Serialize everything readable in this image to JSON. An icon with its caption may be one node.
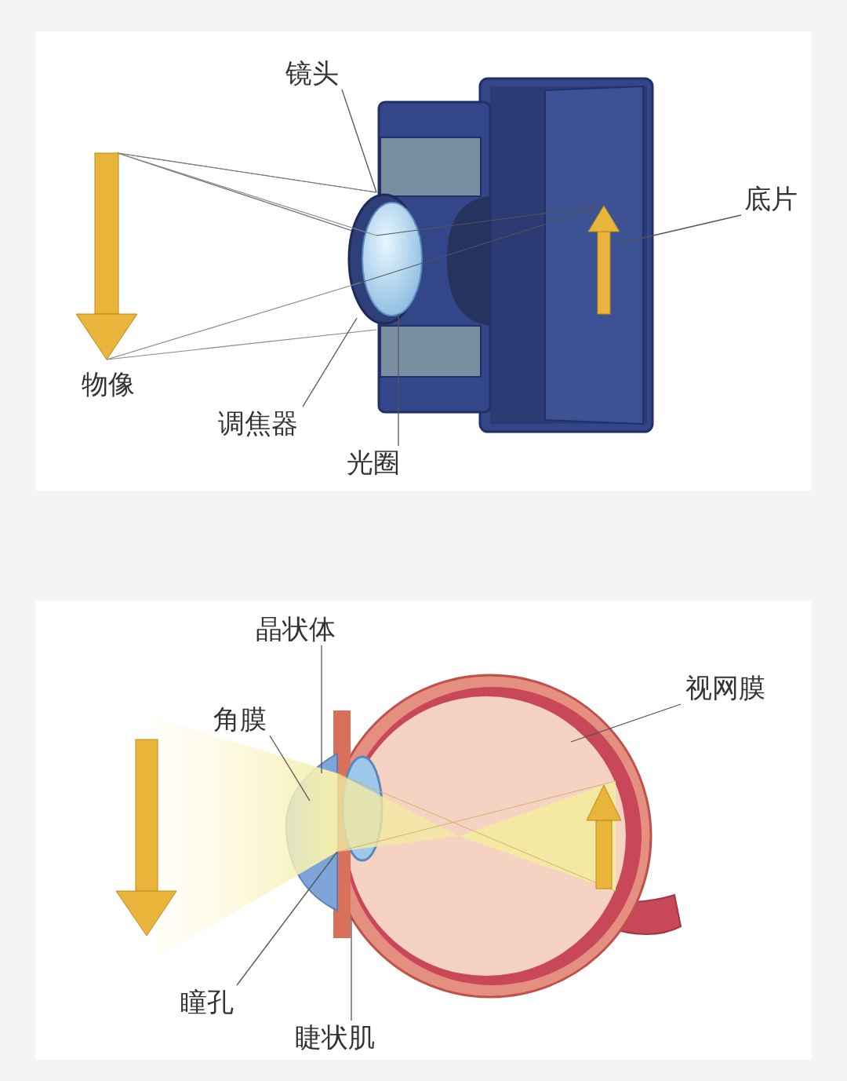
{
  "diagram": {
    "nodes": [
      {
        "text": [
          "镜头"
        ]
      },
      {
        "text": [
          "底片"
        ]
      },
      {
        "text": [
          "调焦器"
        ]
      },
      {
        "text": [
          "光圈"
        ]
      },
      {
        "text": [
          "晶状体"
        ]
      },
      {
        "text": [
          "视网膜"
        ]
      },
      {
        "text": [
          "角膜"
        ]
      },
      {
        "text": [
          "瞳孔"
        ]
      },
      {
        "text": [
          "睫状肌"
        ]
      }
    ],
    "edges": [
      {
        "from": 0,
        "to": null,
        "arrow": "none"
      },
      {
        "from": 1,
        "to": null,
        "arrow": "none"
      },
      {
        "from": 2,
        "to": null,
        "arrow": "none"
      },
      {
        "from": 3,
        "to": null,
        "arrow": "none"
      },
      {
        "from": 4,
        "to": null,
        "arrow": "none"
      },
      {
        "from": 5,
        "to": null,
        "arrow": "none"
      },
      {
        "from": 6,
        "to": null,
        "arrow": "none"
      },
      {
        "from": 7,
        "to": null,
        "arrow": "none"
      },
      {
        "from": 8,
        "to": null,
        "arrow": "none"
      }
    ],
    "labels": [
      "物像"
    ]
  }
}
